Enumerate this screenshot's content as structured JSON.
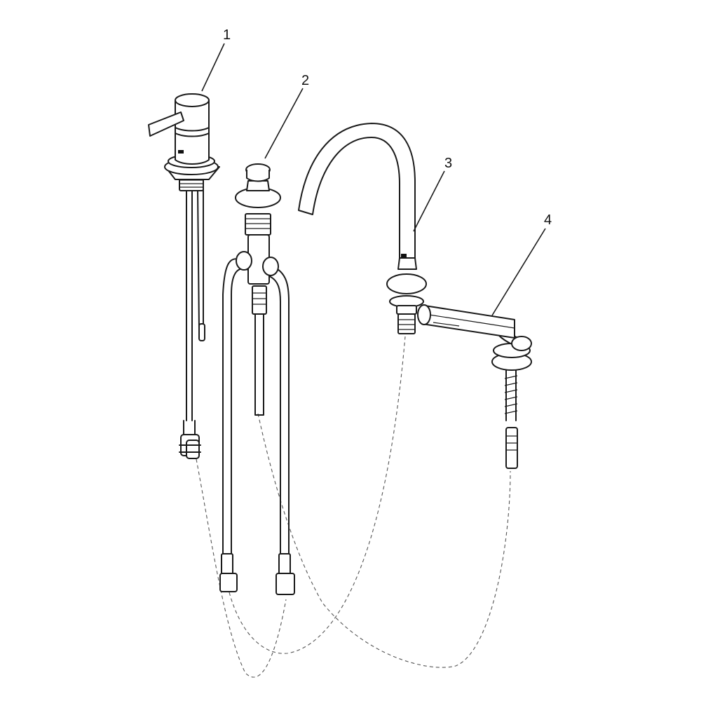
{
  "diagram": {
    "callouts": [
      {
        "id": "1",
        "label": "1"
      },
      {
        "id": "2",
        "label": "2"
      },
      {
        "id": "3",
        "label": "3"
      },
      {
        "id": "4",
        "label": "4"
      }
    ],
    "colors": {
      "line": "#1a1a1a",
      "background": "#ffffff",
      "hose": "#555555"
    }
  }
}
